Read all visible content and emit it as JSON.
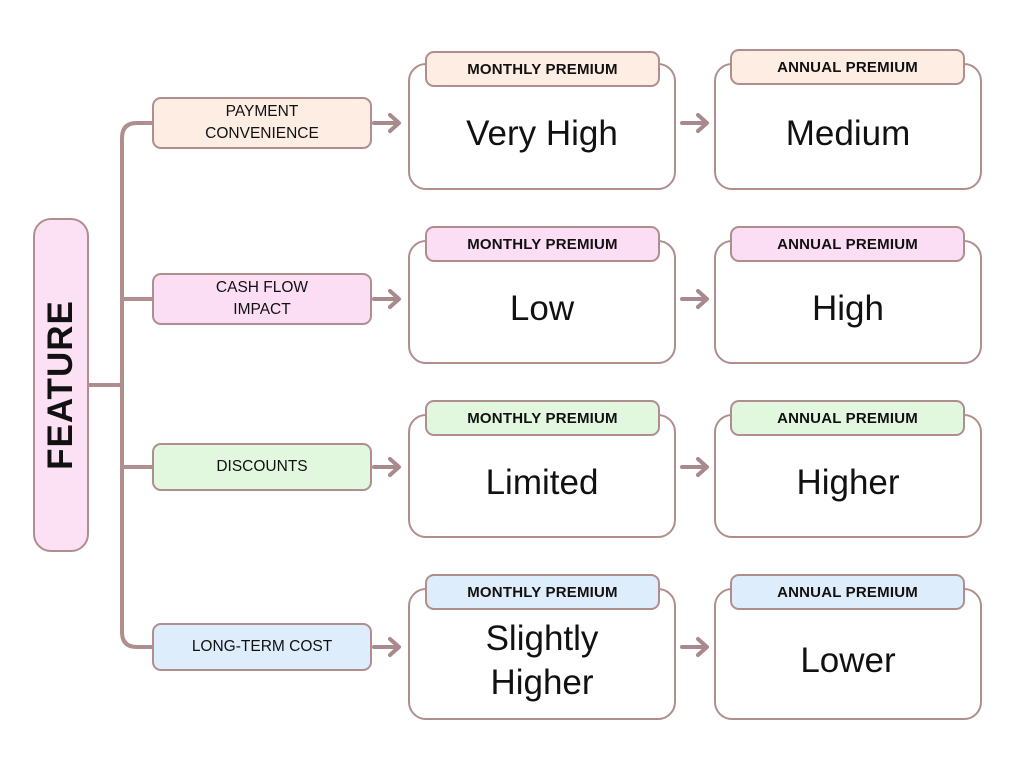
{
  "diagram": {
    "root": {
      "label": "FEATURE",
      "fill": "#FCE0F3",
      "stroke": "#b08e8e"
    },
    "column_headers": {
      "monthly": "MONTHLY PREMIUM",
      "annual": "ANNUAL PREMIUM"
    },
    "stroke_color": "#b08e8e",
    "rows": [
      {
        "feature": "PAYMENT CONVENIENCE",
        "feature_line1": "PAYMENT",
        "feature_line2": "CONVENIENCE",
        "monthly_header": "MONTHLY PREMIUM",
        "monthly_value": "Very High",
        "annual_header": "ANNUAL PREMIUM",
        "annual_value": "Medium",
        "accent": "#FDEDE3"
      },
      {
        "feature": "CASH FLOW IMPACT",
        "feature_line1": "CASH FLOW",
        "feature_line2": "IMPACT",
        "monthly_header": "MONTHLY PREMIUM",
        "monthly_value": "Low",
        "annual_header": "ANNUAL PREMIUM",
        "annual_value": "High",
        "accent": "#FBDDF4"
      },
      {
        "feature": "DISCOUNTS",
        "feature_line1": "DISCOUNTS",
        "feature_line2": "",
        "monthly_header": "MONTHLY PREMIUM",
        "monthly_value": "Limited",
        "annual_header": "ANNUAL PREMIUM",
        "annual_value": "Higher",
        "accent": "#E1F8DF"
      },
      {
        "feature": "LONG-TERM COST",
        "feature_line1": "LONG-TERM COST",
        "feature_line2": "",
        "monthly_header": "MONTHLY PREMIUM",
        "monthly_value": "Slightly Higher",
        "monthly_value_line1": "Slightly",
        "monthly_value_line2": "Higher",
        "annual_header": "ANNUAL PREMIUM",
        "annual_value": "Lower",
        "accent": "#DEEDFB"
      }
    ]
  }
}
